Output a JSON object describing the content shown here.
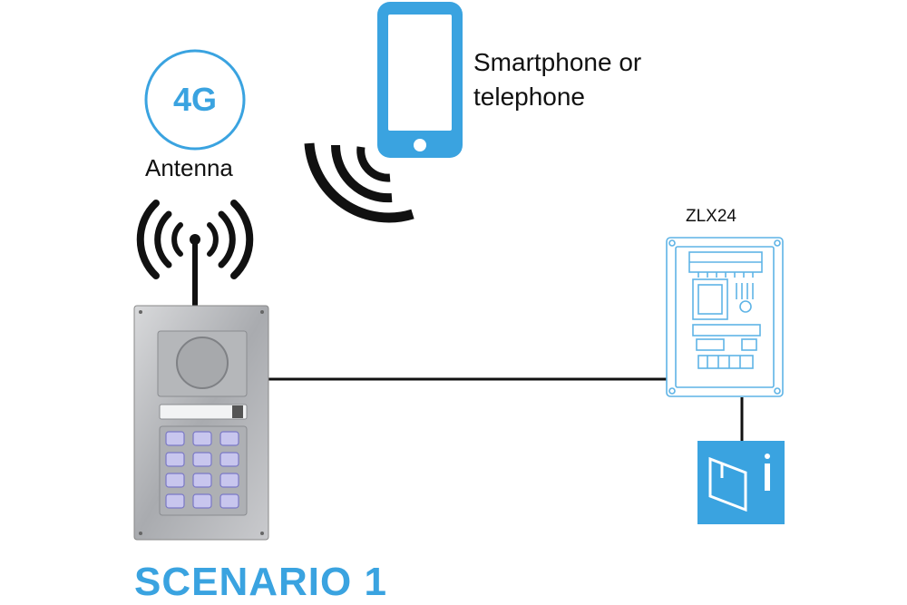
{
  "diagram": {
    "badge": {
      "text": "4G",
      "icon": "4g-badge-icon",
      "color": "#3aa3e0"
    },
    "antenna": {
      "label": "Antenna",
      "icon": "antenna-icon"
    },
    "phone": {
      "label": "Smartphone or telephone",
      "icon": "smartphone-icon",
      "color": "#3aa3e0"
    },
    "signal": {
      "icon": "wireless-signal-icon"
    },
    "intercom": {
      "icon": "door-entry-panel-icon"
    },
    "controller": {
      "label": "ZLX24",
      "icon": "zlx24-module-icon",
      "color": "#3aa3e0"
    },
    "door_lock": {
      "icon": "door-lock-icon",
      "color": "#3aa3e0"
    },
    "scenario": {
      "title": "SCENARIO 1",
      "color": "#3aa3e0"
    }
  }
}
